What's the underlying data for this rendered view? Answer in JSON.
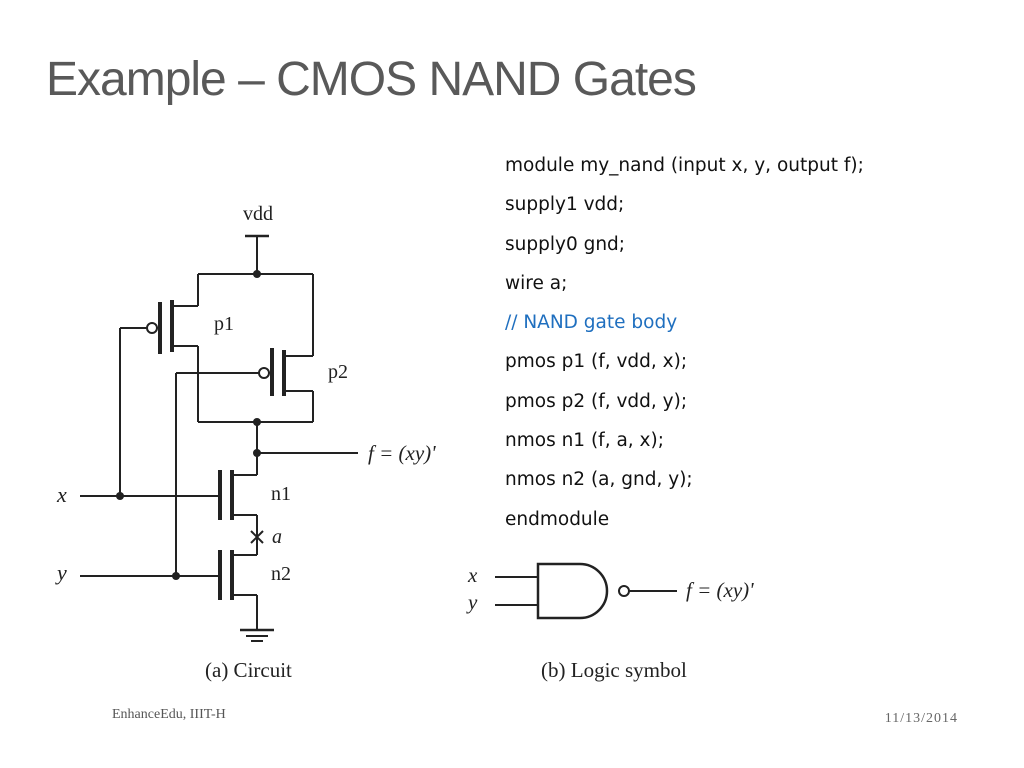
{
  "slide": {
    "title": "Example – CMOS NAND Gates",
    "footer_left": "EnhanceEdu, IIIT-H",
    "footer_right": "11/13/2014"
  },
  "code": {
    "lines": [
      "module my_nand (input x, y, output f);",
      "supply1 vdd;",
      "supply0 gnd;",
      "wire a;",
      "// NAND gate body",
      "pmos p1 (f, vdd, x);",
      "pmos p2 (f, vdd, y);",
      "nmos n1 (f, a, x);",
      "nmos n2 (a, gnd, y);",
      "endmodule"
    ]
  },
  "circuit": {
    "vdd_label": "vdd",
    "p1_label": "p1",
    "p2_label": "p2",
    "n1_label": "n1",
    "n2_label": "n2",
    "x_label": "x",
    "y_label": "y",
    "a_label": "a",
    "output_label": "f = (xy)'",
    "caption": "(a) Circuit"
  },
  "symbol": {
    "x_label": "x",
    "y_label": "y",
    "output_label": "f = (xy)'",
    "caption": "(b) Logic symbol"
  },
  "colors": {
    "title": "#595959",
    "comment": "#1f6fbf",
    "line": "#222222"
  }
}
